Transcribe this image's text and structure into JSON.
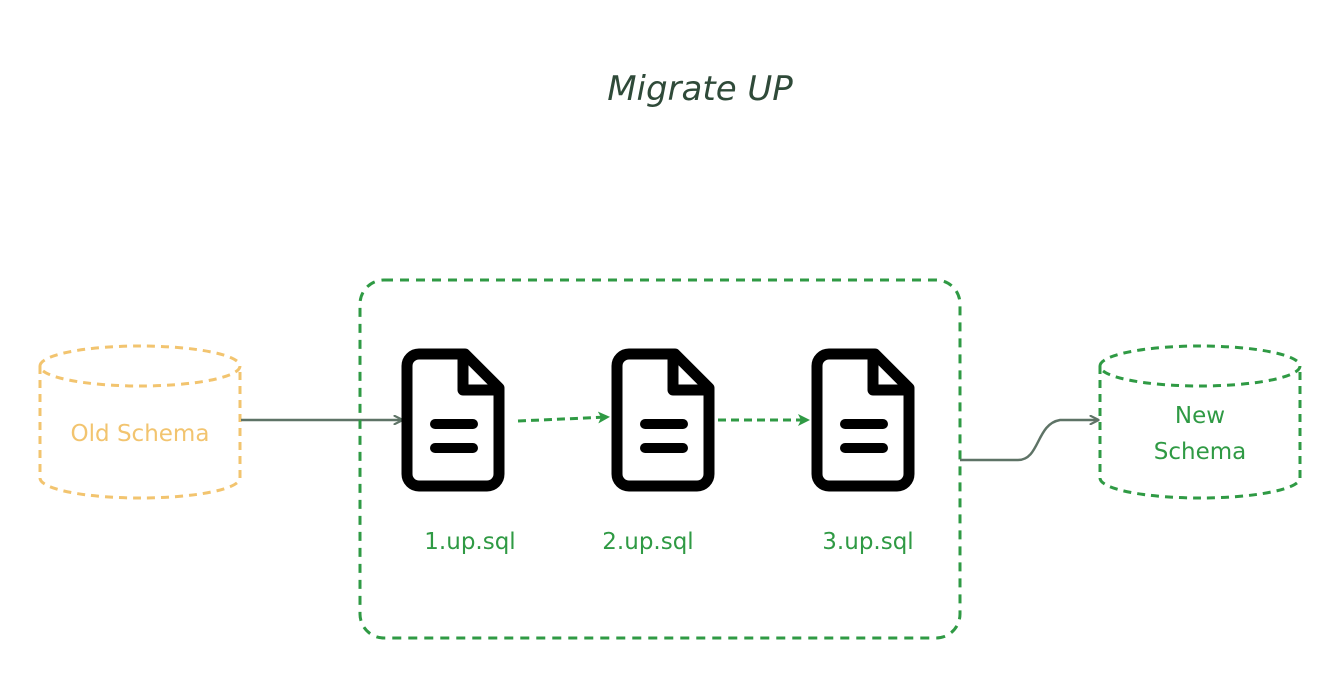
{
  "diagram": {
    "title": "Migrate UP",
    "source_db": {
      "label": "Old Schema"
    },
    "target_db": {
      "label_lines": [
        "New",
        "Schema"
      ]
    },
    "migrations": [
      {
        "label": "1.up.sql"
      },
      {
        "label": "2.up.sql"
      },
      {
        "label": "3.up.sql"
      }
    ],
    "colors": {
      "title": "#2f4a39",
      "source": "#f2c46f",
      "green": "#2f9a44",
      "connector": "#5e7366",
      "file_icon": "#000000"
    }
  }
}
